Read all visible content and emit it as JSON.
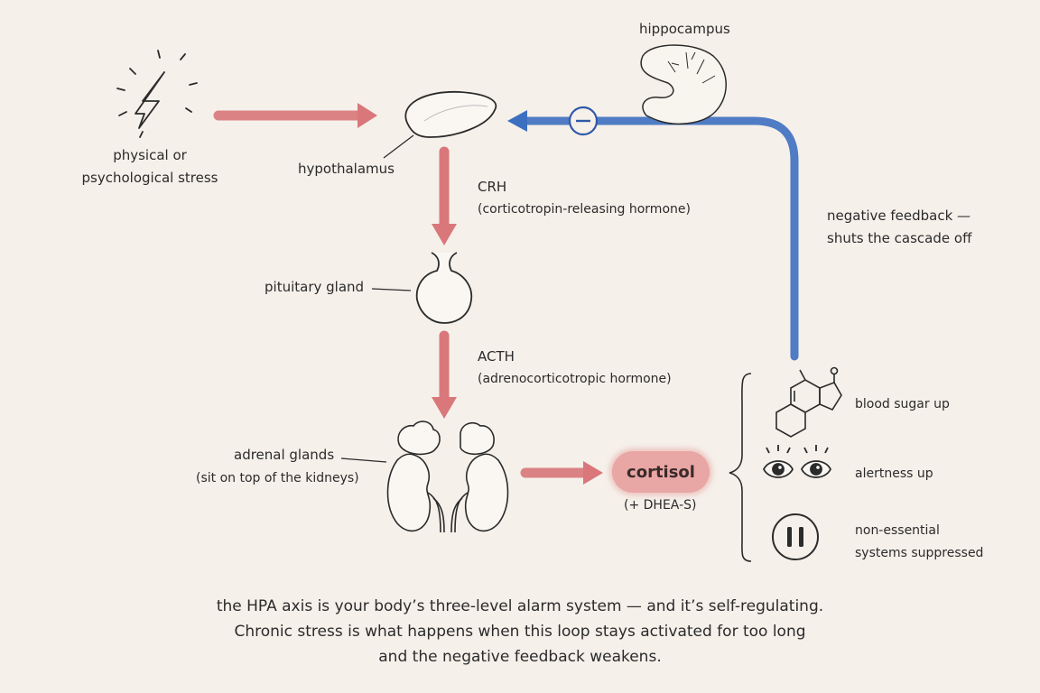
{
  "labels": {
    "stress": "physical or\npsychological stress",
    "hypothalamus": "hypothalamus",
    "hippocampus": "hippocampus",
    "crh": "CRH",
    "crh_full": "(corticotropin-releasing hormone)",
    "pituitary": "pituitary gland",
    "acth": "ACTH",
    "acth_full": "(adrenocorticotropic hormone)",
    "adrenal": "adrenal glands",
    "adrenal_note": "(sit on top of the kidneys)",
    "cortisol": "cortisol",
    "dhea": "(+ DHEA-S)",
    "feedback": "negative feedback —\nshuts the cascade off",
    "minus_sign": "−"
  },
  "effects": [
    {
      "label": "blood sugar up",
      "icon": "molecule-icon"
    },
    {
      "label": "alertness up",
      "icon": "eyes-icon"
    },
    {
      "label": "non-essential\nsystems suppressed",
      "icon": "pause-icon"
    }
  ],
  "caption": [
    "the HPA axis is your body’s three-level alarm system — and it’s self-regulating.",
    "Chronic stress is what happens when this loop stays activated for too long",
    "and the negative feedback weakens."
  ],
  "colors": {
    "background": "#f6f0ea",
    "activation_arrow": "#d9777a",
    "feedback_arrow": "#3d6fc0",
    "cortisol_badge": "#e8a6a5",
    "ink": "#2b2b2b"
  }
}
